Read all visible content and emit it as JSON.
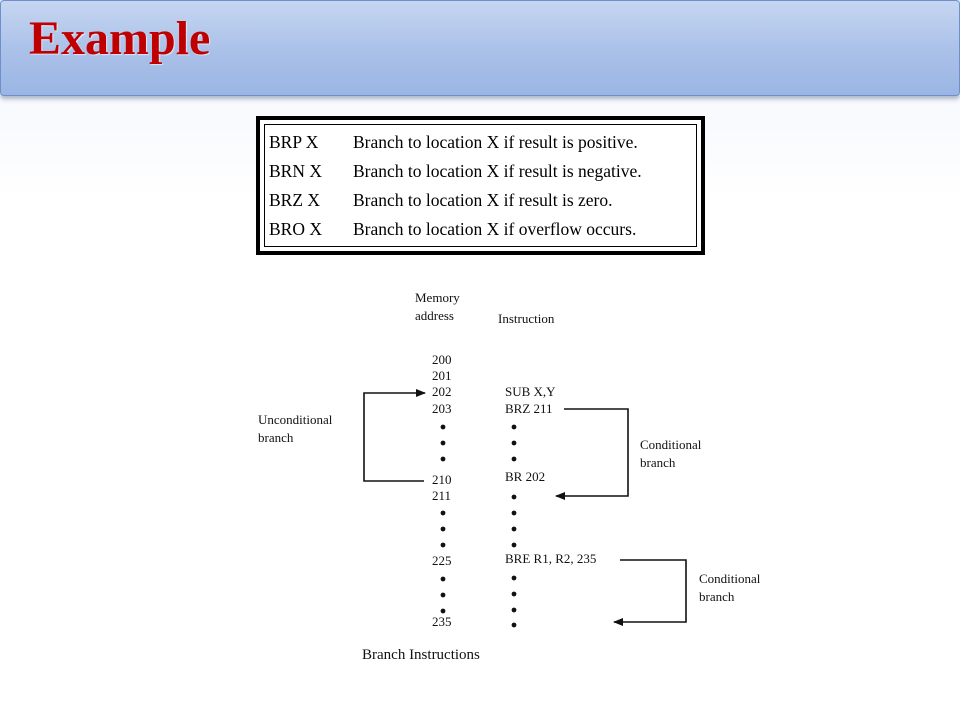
{
  "title": "Example",
  "table": {
    "rows": [
      {
        "op": "BRP X",
        "desc": "Branch to location X if result is positive."
      },
      {
        "op": "BRN X",
        "desc": "Branch to location X if result is negative."
      },
      {
        "op": "BRZ X",
        "desc": "Branch to location X if result is zero."
      },
      {
        "op": "BRO X",
        "desc": "Branch to location X if overflow occurs."
      }
    ]
  },
  "diagram": {
    "header_memory_line1": "Memory",
    "header_memory_line2": "address",
    "header_instruction": "Instruction",
    "addresses": [
      "200",
      "201",
      "202",
      "203",
      "210",
      "211",
      "225",
      "235"
    ],
    "instructions": [
      "SUB X,Y",
      "BRZ 211",
      "BR 202",
      "BRE R1, R2, 235"
    ],
    "unconditional_line1": "Unconditional",
    "unconditional_line2": "branch",
    "conditional1_line1": "Conditional",
    "conditional1_line2": "branch",
    "conditional2_line1": "Conditional",
    "conditional2_line2": "branch",
    "caption": "Branch Instructions"
  }
}
